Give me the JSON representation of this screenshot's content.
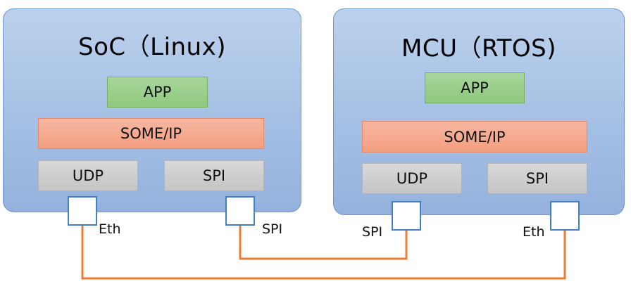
{
  "soc": {
    "title": "SoC（Linux)",
    "app": "APP",
    "someip": "SOME/IP",
    "udp": "UDP",
    "spi": "SPI",
    "eth_port_label": "Eth",
    "spi_port_label": "SPI"
  },
  "mcu": {
    "title": "MCU（RTOS)",
    "app": "APP",
    "someip": "SOME/IP",
    "udp": "UDP",
    "spi": "SPI",
    "spi_port_label": "SPI",
    "eth_port_label": "Eth"
  },
  "colors": {
    "panel": "#a9c3e6",
    "app": "#8fc97f",
    "someip": "#f39e80",
    "protocol": "#c4c4c4",
    "port_border": "#3f7fc7",
    "wire": "#ed7d31"
  },
  "connections": [
    {
      "from": "soc.eth_port",
      "to": "mcu.eth_port"
    },
    {
      "from": "soc.spi_port",
      "to": "mcu.spi_port"
    }
  ]
}
